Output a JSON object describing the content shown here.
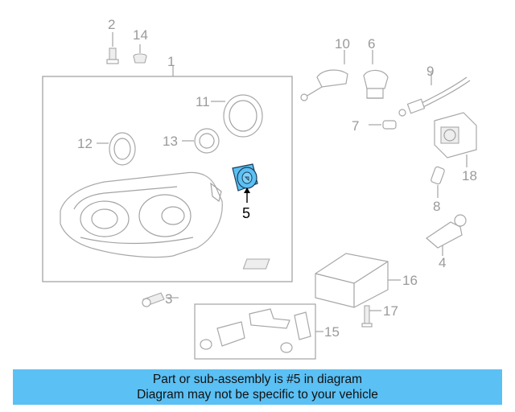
{
  "callouts": {
    "c1": "1",
    "c2": "2",
    "c3": "3",
    "c4": "4",
    "c5": "5",
    "c6": "6",
    "c7": "7",
    "c8": "8",
    "c9": "9",
    "c10": "10",
    "c11": "11",
    "c12": "12",
    "c13": "13",
    "c14": "14",
    "c15": "15",
    "c16": "16",
    "c17": "17",
    "c18": "18"
  },
  "highlight_color": "#5bc0f4",
  "banner": {
    "line1": "Part or sub-assembly is #5 in diagram",
    "line2": "Diagram may not be specific to your vehicle"
  }
}
